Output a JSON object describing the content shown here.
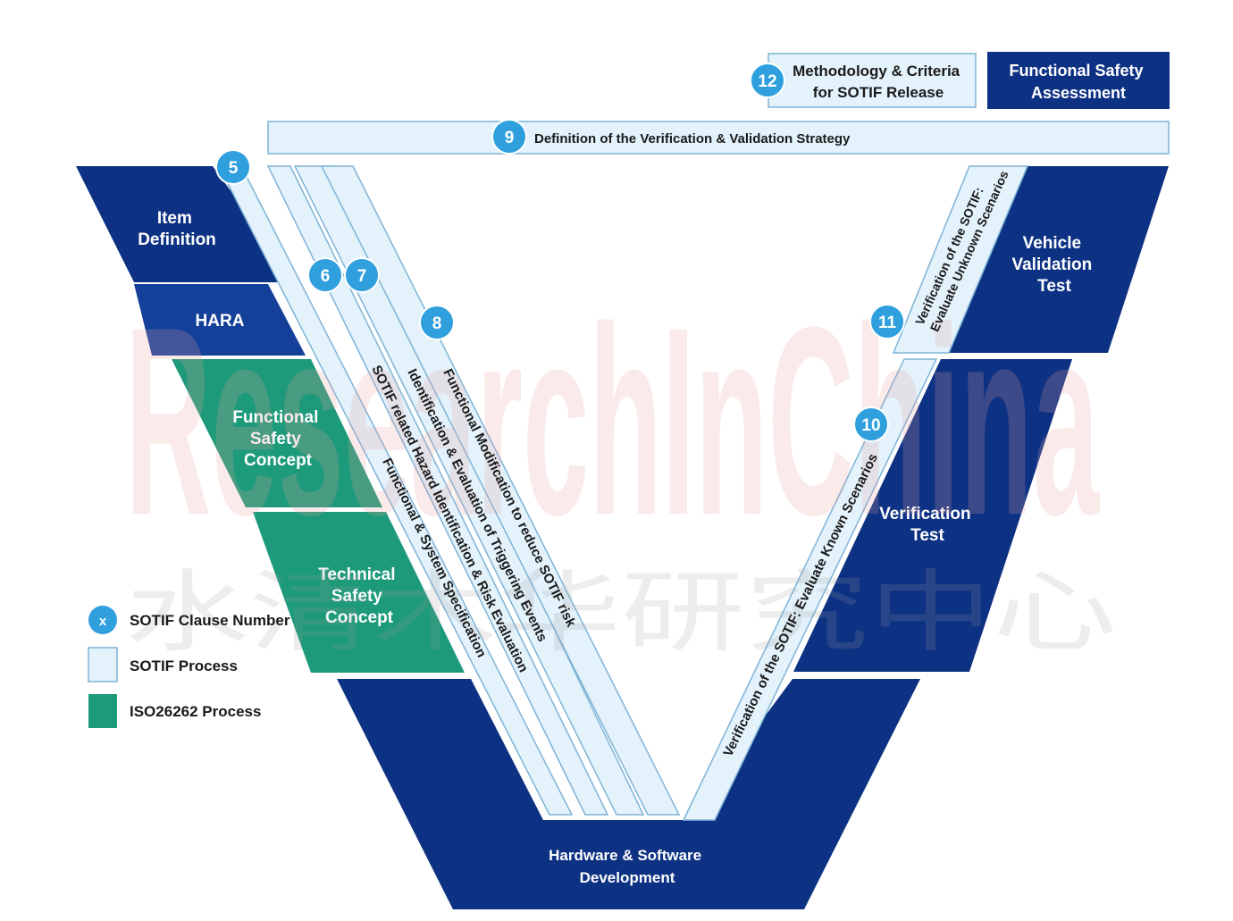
{
  "colors": {
    "iso_dark": "#0e3283",
    "iso_green": "#1d9a7a",
    "sotif_fill": "#e3f2fb",
    "sotif_stroke": "#7fb3d6",
    "badge": "#2fa0dd",
    "watermark_red": "#e8a0a0",
    "watermark_gray": "#9a9a9a"
  },
  "watermark": {
    "latin": "ResearchInChina",
    "cjk": "水清木华研究中心"
  },
  "left_blocks": {
    "item_definition": [
      "Item",
      "Definition"
    ],
    "hara": [
      "HARA"
    ],
    "functional_safety_concept": [
      "Functional",
      "Safety",
      "Concept"
    ],
    "technical_safety_concept": [
      "Technical",
      "Safety",
      "Concept"
    ]
  },
  "bottom_block": [
    "Hardware & Software",
    "Development"
  ],
  "right_blocks": {
    "vehicle_validation_test": [
      "Vehicle",
      "Validation",
      "Test"
    ],
    "verification_test": [
      "Verification",
      "Test"
    ]
  },
  "top_boxes": {
    "methodology": [
      "Methodology & Criteria",
      "for SOTIF Release"
    ],
    "functional_safety_assessment": [
      "Functional Safety",
      "Assessment"
    ],
    "vv_strategy": "Definition of the Verification & Validation Strategy"
  },
  "strips": {
    "s5": "Functional & System Specification",
    "s6": "SOTIF related Hazard Identification & Risk Evaluation",
    "s7": "Identification & Evaluation of Triggering Events",
    "s8": "Functional Modification to reduce SOTIF risk",
    "s10": "Verification of the SOTIF: Evaluate Known Scenarios",
    "s11": [
      "Verification of the SOTIF:",
      "Evaluate Unknown Scenarios"
    ]
  },
  "badges": {
    "b5": "5",
    "b6": "6",
    "b7": "7",
    "b8": "8",
    "b9": "9",
    "b10": "10",
    "b11": "11",
    "b12": "12"
  },
  "legend": {
    "clause_marker": "x",
    "clause": "SOTIF Clause Number",
    "sotif_process": "SOTIF Process",
    "iso_process": "ISO26262 Process"
  }
}
